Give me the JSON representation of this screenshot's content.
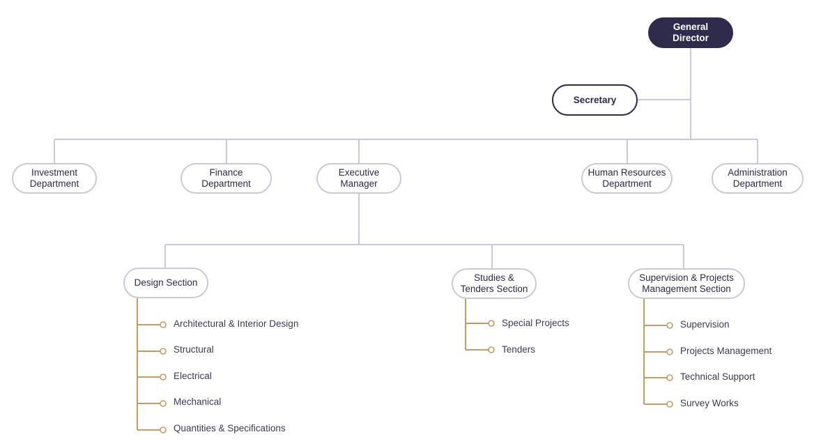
{
  "colors": {
    "line": "#c9c8d6",
    "accent": "#c79a63",
    "dark": "#2f2b4d"
  },
  "top": {
    "general_director": "General\nDirector",
    "secretary": "Secretary"
  },
  "departments": {
    "investment": "Investment\nDepartment",
    "finance": "Finance\nDepartment",
    "executive": "Executive\nManager",
    "hr": "Human Resources\nDepartment",
    "administration": "Administration\nDepartment"
  },
  "sections": {
    "design": {
      "title": "Design Section",
      "items": [
        "Architectural & Interior Design",
        "Structural",
        "Electrical",
        "Mechanical",
        "Quantities & Specifications"
      ]
    },
    "studies": {
      "title": "Studies &\nTenders Section",
      "items": [
        "Special Projects",
        "Tenders"
      ]
    },
    "supervision": {
      "title": "Supervision & Projects\nManagement Section",
      "items": [
        "Supervision",
        "Projects Management",
        "Technical Support",
        "Survey Works"
      ]
    }
  }
}
